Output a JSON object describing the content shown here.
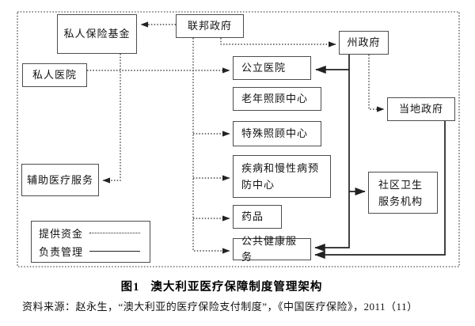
{
  "figure": {
    "nodes": {
      "private_insurance_fund": "私人保险基金",
      "federal_government": "联邦政府",
      "private_hospital": "私人医院",
      "public_hospital": "公立医院",
      "elderly_care_center": "老年照顾中心",
      "special_care_center": "特殊照顾中心",
      "disease_prevention_center": "疾病和慢性病预防中心",
      "drugs": "药品",
      "public_health_service": "公共健康服务",
      "state_government": "州政府",
      "local_government": "当地政府",
      "community_health_org": "社区卫生服务机构",
      "auxiliary_medical_service": "辅助医疗服务"
    },
    "legend": {
      "funding": "提供资金",
      "management": "负责管理"
    },
    "caption": {
      "label": "图1",
      "title": "澳大利亚医疗保障制度管理架构"
    },
    "source": "资料来源：赵永生，“澳大利亚的医疗保险支付制度”，《中国医疗保险》，2011（11）",
    "colors": {
      "line": "#222222",
      "box_border": "#4d4d4d",
      "background": "#ffffff",
      "text": "#111111"
    },
    "edges": [
      {
        "from": "联邦政府",
        "to": "私人保险基金",
        "style": "dotted",
        "type": "funding"
      },
      {
        "from": "联邦政府",
        "to": "州政府",
        "style": "dotted",
        "type": "funding"
      },
      {
        "from": "联邦政府",
        "to": "公立医院",
        "style": "dotted",
        "type": "funding"
      },
      {
        "from": "私人医院",
        "to": "公立医院",
        "style": "dotted",
        "type": "funding"
      },
      {
        "from": "联邦政府",
        "to": "特殊照顾中心",
        "style": "dotted",
        "type": "funding"
      },
      {
        "from": "联邦政府",
        "to": "疾病和慢性病预防中心",
        "style": "dotted",
        "type": "funding"
      },
      {
        "from": "联邦政府",
        "to": "药品",
        "style": "dotted",
        "type": "funding"
      },
      {
        "from": "联邦政府",
        "to": "公共健康服务",
        "style": "dotted",
        "type": "funding"
      },
      {
        "from": "私人保险基金",
        "to": "辅助医疗服务",
        "style": "dotted",
        "type": "funding"
      },
      {
        "from": "州政府",
        "to": "当地政府",
        "style": "dotted",
        "type": "funding"
      },
      {
        "from": "州政府",
        "to": "公立医院",
        "style": "solid",
        "type": "management"
      },
      {
        "from": "州政府",
        "to": "社区卫生服务机构",
        "style": "solid",
        "type": "management"
      },
      {
        "from": "州政府",
        "to": "公共健康服务",
        "style": "solid",
        "type": "management"
      },
      {
        "from": "当地政府",
        "to": "公共健康服务",
        "style": "solid",
        "type": "management"
      }
    ]
  }
}
